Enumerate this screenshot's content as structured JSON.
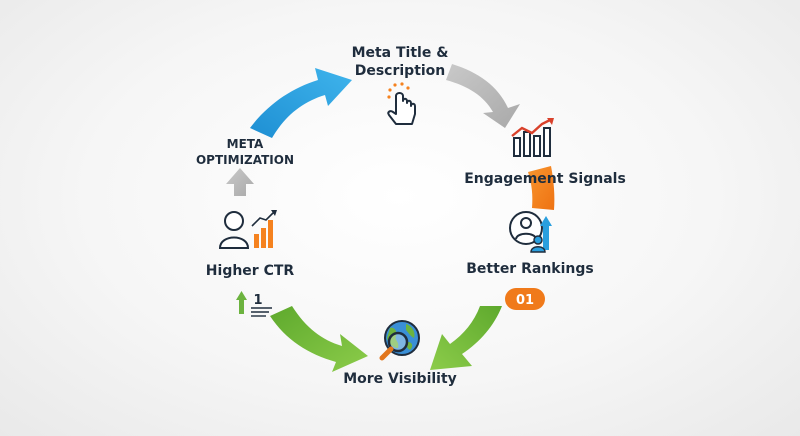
{
  "nodes": {
    "meta_title": {
      "line1": "Meta Title &",
      "line2": "Description"
    },
    "engagement": {
      "label": "Engagement Signals"
    },
    "rankings": {
      "label": "Better Rankings",
      "badge": "01"
    },
    "visibility": {
      "label": "More Visibility"
    },
    "ctr": {
      "label": "Higher CTR",
      "rank_number": "1"
    },
    "meta_opt": {
      "line1": "META",
      "line2": "OPTIMIZATION"
    }
  },
  "colors": {
    "blue_arrow": "#2a9fde",
    "gray_arrow": "#b5b5b5",
    "orange_arrow": "#f5821f",
    "green_arrow": "#7cbd3e",
    "text": "#1f2d3d",
    "badge": "#f07a1a"
  },
  "icons": {
    "meta_title": "hand-pointer-icon",
    "engagement": "bar-chart-growth-icon",
    "rankings": "user-ranking-icon",
    "visibility": "magnifier-globe-icon",
    "ctr": "user-growth-icon",
    "ctr_rank": "rank-up-icon"
  }
}
